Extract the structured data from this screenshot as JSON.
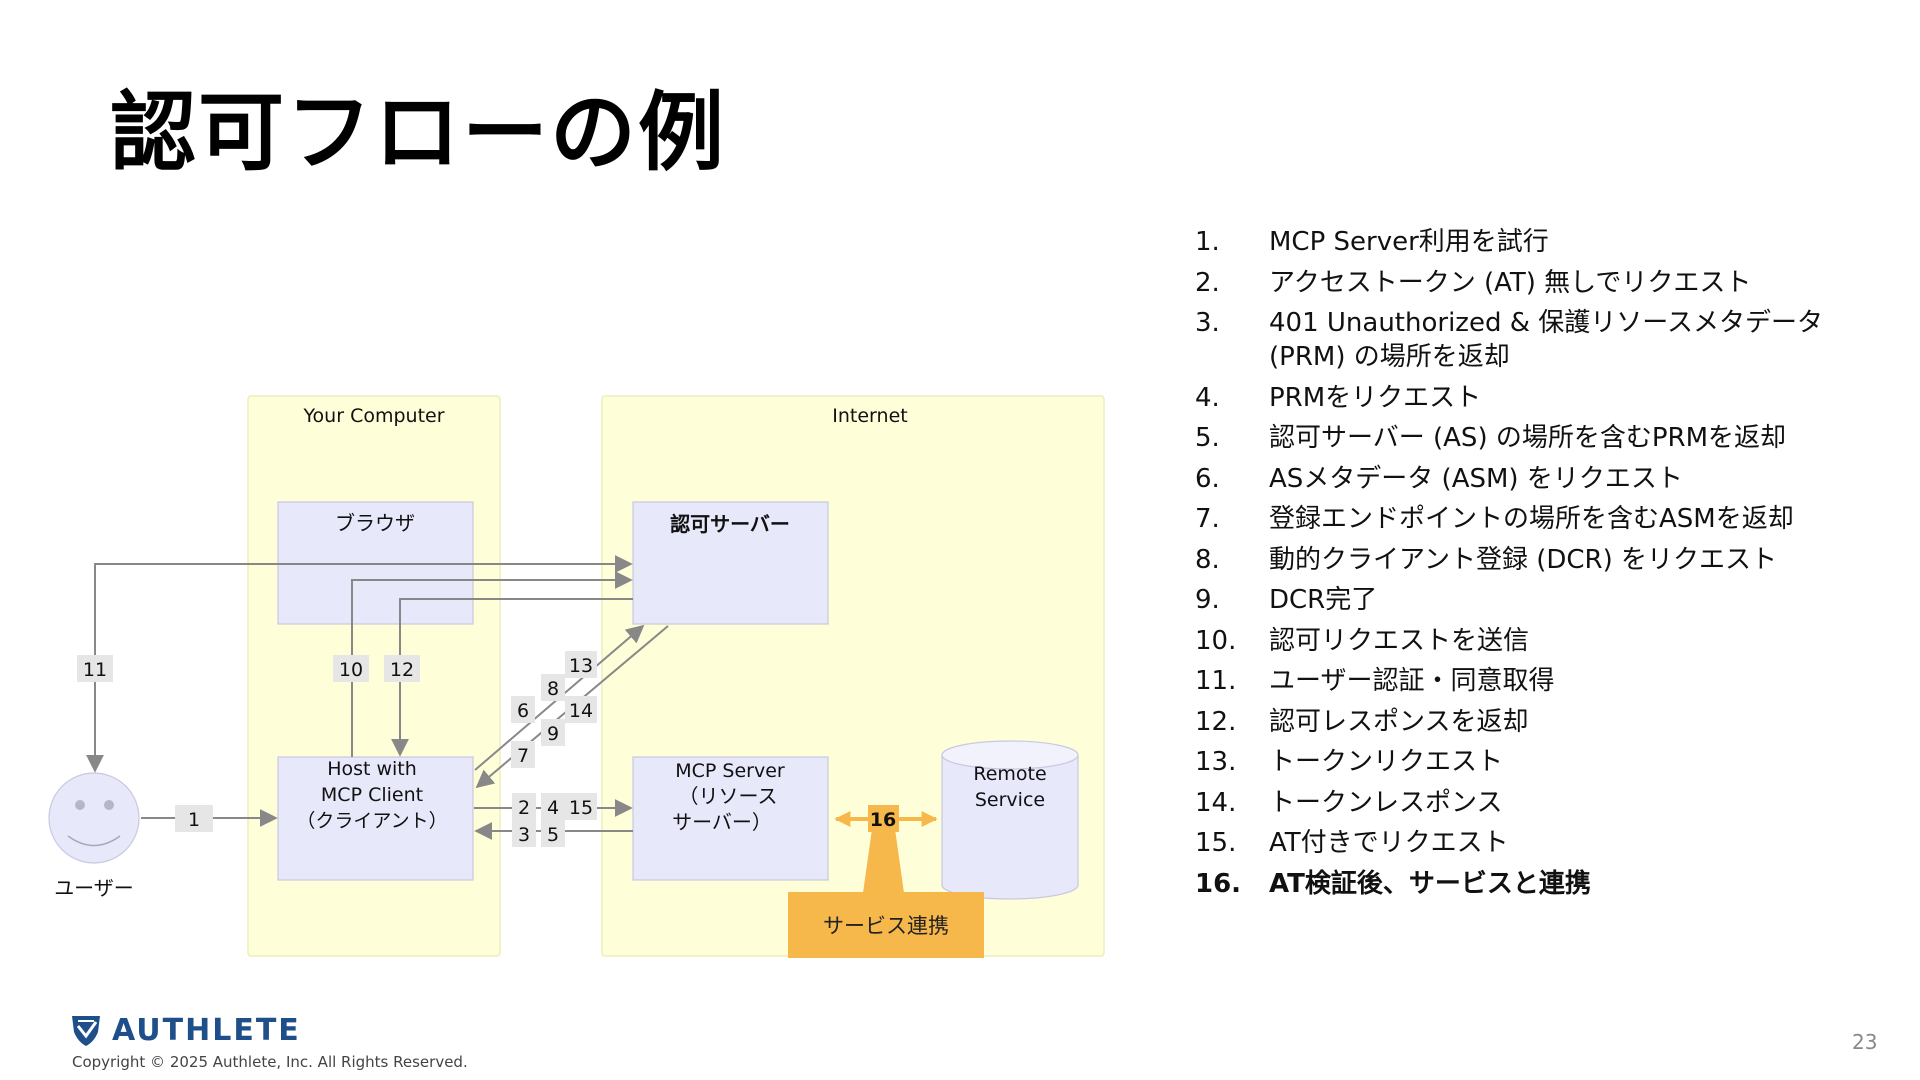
{
  "slide": {
    "title": "認可フローの例",
    "page_number": "23"
  },
  "diagram": {
    "regions": {
      "your_computer": "Your Computer",
      "internet": "Internet"
    },
    "nodes": {
      "browser": "ブラウザ",
      "auth_server": "認可サーバー",
      "host_line1": "Host with",
      "host_line2": "MCP Client",
      "host_line3": "（クライアント）",
      "mcp_line1": "MCP Server",
      "mcp_line2": "（リソース",
      "mcp_line3": "サーバー）",
      "remote_line1": "Remote",
      "remote_line2": "Service",
      "user": "ユーザー",
      "service_link": "サービス連携"
    },
    "step_labels": {
      "s1": "1",
      "s2": "2",
      "s3": "3",
      "s4": "4",
      "s5": "5",
      "s6": "6",
      "s7": "7",
      "s8": "8",
      "s9": "9",
      "s10": "10",
      "s11": "11",
      "s12": "12",
      "s13": "13",
      "s14": "14",
      "s15": "15",
      "s16": "16"
    },
    "colors": {
      "region_fill": "#fefed8",
      "region_border": "#eeeebb",
      "node_fill": "#e8e8fb",
      "node_border": "#c8c8e0",
      "arrow": "#888888",
      "label_bg": "#e6e6e6",
      "accent": "#f6b74b"
    }
  },
  "steps": [
    {
      "num": "1.",
      "text": "MCP Server利用を試行"
    },
    {
      "num": "2.",
      "text": "アクセストークン (AT) 無しでリクエスト"
    },
    {
      "num": "3.",
      "text": "401 Unauthorized & 保護リソースメタデータ (PRM) の場所を返却"
    },
    {
      "num": "4.",
      "text": "PRMをリクエスト"
    },
    {
      "num": "5.",
      "text": "認可サーバー (AS) の場所を含むPRMを返却"
    },
    {
      "num": "6.",
      "text": "ASメタデータ (ASM) をリクエスト"
    },
    {
      "num": "7.",
      "text": "登録エンドポイントの場所を含むASMを返却"
    },
    {
      "num": "8.",
      "text": "動的クライアント登録 (DCR) をリクエスト"
    },
    {
      "num": "9.",
      "text": "DCR完了"
    },
    {
      "num": "10.",
      "text": "認可リクエストを送信"
    },
    {
      "num": "11.",
      "text": "ユーザー認証・同意取得"
    },
    {
      "num": "12.",
      "text": "認可レスポンスを返却"
    },
    {
      "num": "13.",
      "text": "トークンリクエスト"
    },
    {
      "num": "14.",
      "text": "トークンレスポンス"
    },
    {
      "num": "15.",
      "text": "AT付きでリクエスト"
    },
    {
      "num": "16.",
      "text": "AT検証後、サービスと連携"
    }
  ],
  "footer": {
    "logo_text": "AUTHLETE",
    "copyright": "Copyright © 2025 Authlete, Inc. All Rights Reserved."
  }
}
